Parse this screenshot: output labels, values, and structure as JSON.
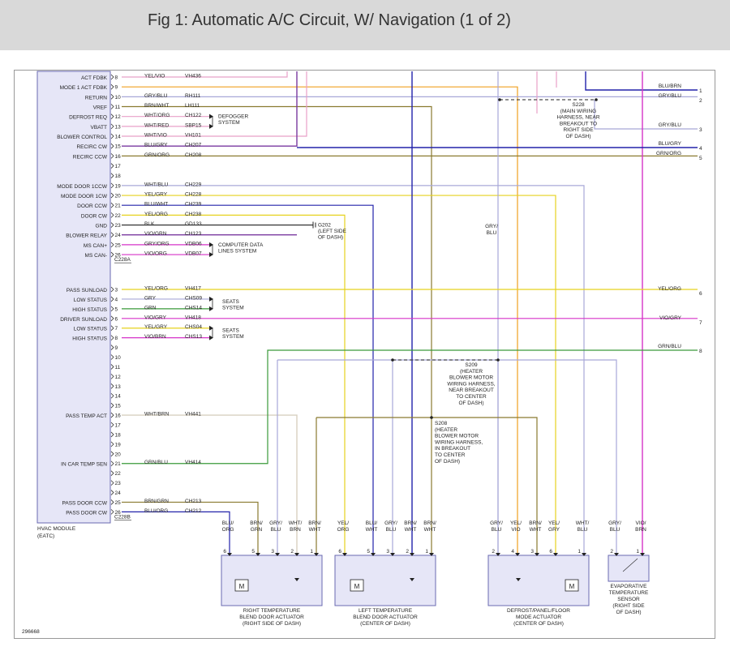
{
  "figure": {
    "title": "Fig 1: Automatic A/C Circuit, W/ Navigation (1 of 2)",
    "diagram_id": "296668"
  },
  "colors": {
    "header_bg": "#d9d9d9",
    "module_fill": "#e6e6f7",
    "actuator_fill": "#e6e6f7",
    "wire_blue": "#2b2bbd",
    "wire_navy": "#2222aa",
    "wire_yellow": "#e6d21e",
    "wire_orange": "#f0a020",
    "wire_pink": "#e8a0c8",
    "wire_magenta": "#d633c8",
    "wire_green": "#3a9a3a",
    "wire_olive": "#8a7a30",
    "wire_gray": "#a8a8d8",
    "wire_black": "#222222",
    "wire_violet": "#7a3aa0"
  },
  "module": {
    "name": "HVAC MODULE",
    "subname": "(EATC)",
    "connector_a": "C228A",
    "connector_b": "C228B",
    "pins_a": [
      {
        "label": "ACT FDBK",
        "pin": "8",
        "color": "YEL/VIO",
        "circuit": "VH436"
      },
      {
        "label": "MODE 1 ACT FDBK",
        "pin": "9",
        "color": "",
        "circuit": ""
      },
      {
        "label": "RETURN",
        "pin": "10",
        "color": "GRY/BLU",
        "circuit": "RH111"
      },
      {
        "label": "VREF",
        "pin": "11",
        "color": "BRN/WHT",
        "circuit": "LH111"
      },
      {
        "label": "DEFROST REQ",
        "pin": "12",
        "color": "WHT/ORG",
        "circuit": "CH122"
      },
      {
        "label": "VBATT",
        "pin": "13",
        "color": "WHT/RED",
        "circuit": "SBP15"
      },
      {
        "label": "BLOWER CONTROL",
        "pin": "14",
        "color": "WHT/VIO",
        "circuit": "VH101"
      },
      {
        "label": "RECIRC CW",
        "pin": "15",
        "color": "BLU/GRY",
        "circuit": "CH207"
      },
      {
        "label": "RECIRC CCW",
        "pin": "16",
        "color": "GRN/ORG",
        "circuit": "CH208"
      },
      {
        "label": "",
        "pin": "17",
        "color": "",
        "circuit": ""
      },
      {
        "label": "",
        "pin": "18",
        "color": "",
        "circuit": ""
      },
      {
        "label": "MODE DOOR 1CCW",
        "pin": "19",
        "color": "WHT/BLU",
        "circuit": "CH229"
      },
      {
        "label": "MODE DOOR 1CW",
        "pin": "20",
        "color": "YEL/GRY",
        "circuit": "CH228"
      },
      {
        "label": "DOOR CCW",
        "pin": "21",
        "color": "BLU/WHT",
        "circuit": "CH239"
      },
      {
        "label": "DOOR CW",
        "pin": "22",
        "color": "YEL/ORG",
        "circuit": "CH238"
      },
      {
        "label": "GND",
        "pin": "23",
        "color": "BLK",
        "circuit": "GD133"
      },
      {
        "label": "BLOWER RELAY",
        "pin": "24",
        "color": "VIO/GRN",
        "circuit": "CH123"
      },
      {
        "label": "MS CAN+",
        "pin": "25",
        "color": "GRY/ORG",
        "circuit": "VDB06"
      },
      {
        "label": "MS CAN-",
        "pin": "26",
        "color": "VIO/ORG",
        "circuit": "VDB07"
      }
    ],
    "pins_b": [
      {
        "label": "PASS SUNLOAD",
        "pin": "3",
        "color": "YEL/ORG",
        "circuit": "VH417"
      },
      {
        "label": "LOW STATUS",
        "pin": "4",
        "color": "GRY",
        "circuit": "CHS09"
      },
      {
        "label": "HIGH STATUS",
        "pin": "5",
        "color": "GRN",
        "circuit": "CHS14"
      },
      {
        "label": "DRIVER SUNLOAD",
        "pin": "6",
        "color": "VIO/GRY",
        "circuit": "VH418"
      },
      {
        "label": "LOW STATUS",
        "pin": "7",
        "color": "YEL/GRY",
        "circuit": "CHS04"
      },
      {
        "label": "HIGH STATUS",
        "pin": "8",
        "color": "VIO/BRN",
        "circuit": "CHS13"
      },
      {
        "label": "",
        "pin": "9",
        "color": "",
        "circuit": ""
      },
      {
        "label": "",
        "pin": "10",
        "color": "",
        "circuit": ""
      },
      {
        "label": "",
        "pin": "11",
        "color": "",
        "circuit": ""
      },
      {
        "label": "",
        "pin": "12",
        "color": "",
        "circuit": ""
      },
      {
        "label": "",
        "pin": "13",
        "color": "",
        "circuit": ""
      },
      {
        "label": "",
        "pin": "14",
        "color": "",
        "circuit": ""
      },
      {
        "label": "",
        "pin": "15",
        "color": "",
        "circuit": ""
      },
      {
        "label": "PASS TEMP ACT",
        "pin": "16",
        "color": "WHT/BRN",
        "circuit": "VH441"
      },
      {
        "label": "",
        "pin": "17",
        "color": "",
        "circuit": ""
      },
      {
        "label": "",
        "pin": "18",
        "color": "",
        "circuit": ""
      },
      {
        "label": "",
        "pin": "19",
        "color": "",
        "circuit": ""
      },
      {
        "label": "",
        "pin": "20",
        "color": "",
        "circuit": ""
      },
      {
        "label": "IN CAR TEMP SEN",
        "pin": "21",
        "color": "GRN/BLU",
        "circuit": "VH414"
      },
      {
        "label": "",
        "pin": "22",
        "color": "",
        "circuit": ""
      },
      {
        "label": "",
        "pin": "23",
        "color": "",
        "circuit": ""
      },
      {
        "label": "",
        "pin": "24",
        "color": "",
        "circuit": ""
      },
      {
        "label": "PASS DOOR CCW",
        "pin": "25",
        "color": "BRN/GRN",
        "circuit": "CH213"
      },
      {
        "label": "PASS DOOR CW",
        "pin": "26",
        "color": "BLU/ORG",
        "circuit": "CH212"
      }
    ]
  },
  "system_labels": {
    "defogger": [
      "DEFOGGER",
      "SYSTEM"
    ],
    "ground": [
      "G202",
      "(LEFT SIDE",
      "OF DASH)"
    ],
    "computer_data": [
      "COMPUTER DATA",
      "LINES SYSTEM"
    ],
    "seats_1": [
      "SEATS",
      "SYSTEM"
    ],
    "seats_2": [
      "SEATS",
      "SYSTEM"
    ]
  },
  "splices": {
    "s228": [
      "S228",
      "(MAIN WIRING",
      "HARNESS, NEAR",
      "BREAKOUT TO",
      "RIGHT SIDE",
      "OF DASH)"
    ],
    "s209": [
      "S209",
      "(HEATER",
      "BLOWER MOTOR",
      "WIRING HARNESS,",
      "NEAR BREAKOUT",
      "TO CENTER",
      "OF DASH)"
    ],
    "s208": [
      "S208",
      "(HEATER",
      "BLOWER MOTOR",
      "WIRING HARNESS,",
      "IN BREAKOUT",
      "TO CENTER",
      "OF DASH)"
    ]
  },
  "right_outputs": [
    {
      "color": "BLU/BRN",
      "num": "1"
    },
    {
      "color": "GRY/BLU",
      "num": "2"
    },
    {
      "color": "GRY/BLU",
      "num": "3"
    },
    {
      "color": "BLU/GRY",
      "num": "4"
    },
    {
      "color": "GRN/ORG",
      "num": "5"
    },
    {
      "color": "YEL/ORG",
      "num": "6"
    },
    {
      "color": "VIO/GRY",
      "num": "7"
    },
    {
      "color": "GRN/BLU",
      "num": "8"
    }
  ],
  "mid_label_gry_blu": [
    "GRY/",
    "BLU"
  ],
  "actuators": [
    {
      "name": [
        "RIGHT TEMPERATURE",
        "BLEND DOOR ACTUATOR",
        "(RIGHT SIDE OF DASH)"
      ],
      "wires": [
        [
          "BLU/",
          "ORG"
        ],
        [
          "BRN/",
          "GRN"
        ],
        [
          "GRY/",
          "BLU"
        ],
        [
          "WHT/",
          "BRN"
        ],
        [
          "BRN/",
          "WHT"
        ]
      ],
      "pins": [
        "6",
        "5",
        "3",
        "2",
        "1"
      ]
    },
    {
      "name": [
        "LEFT TEMPERATURE",
        "BLEND DOOR ACTUATOR",
        "(CENTER OF DASH)"
      ],
      "wires": [
        [
          "YEL/",
          "ORG"
        ],
        [
          "BLU/",
          "WHT"
        ],
        [
          "GRY/",
          "BLU"
        ],
        [
          "BRN/",
          "WHT"
        ],
        [
          "BRN/",
          "WHT"
        ]
      ],
      "pins": [
        "6",
        "5",
        "3",
        "2",
        "1"
      ]
    },
    {
      "name": [
        "DEFROST/PANEL/FLOOR",
        "MODE ACTUATOR",
        "(CENTER OF DASH)"
      ],
      "wires": [
        [
          "GRY/",
          "BLU"
        ],
        [
          "YEL/",
          "VIO"
        ],
        [
          "BRN/",
          "WHT"
        ],
        [
          "YEL/",
          "GRY"
        ],
        [
          "WHT/",
          "BLU"
        ]
      ],
      "pins": [
        "2",
        "4",
        "3",
        "6",
        "1"
      ]
    },
    {
      "name": [
        "EVAPORATIVE",
        "TEMPERATURE",
        "SENSOR",
        "(RIGHT SIDE",
        "OF DASH)"
      ],
      "wires": [
        [
          "GRY/",
          "BLU"
        ],
        [
          "VIO/",
          "BRN"
        ]
      ],
      "pins": [
        "2",
        "1"
      ]
    }
  ]
}
